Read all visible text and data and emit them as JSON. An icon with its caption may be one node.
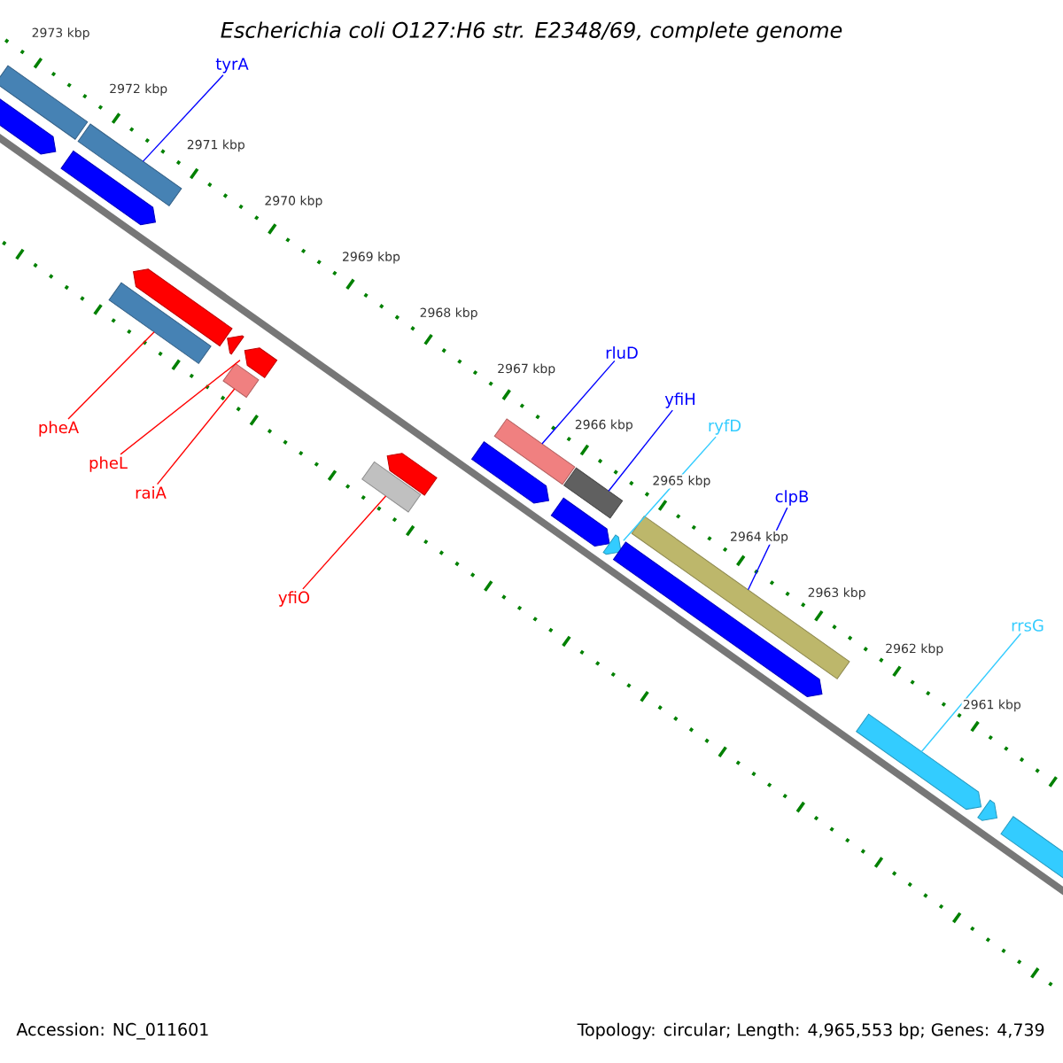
{
  "diagram": {
    "title": "Escherichia coli O127:H6 str. E2348/69, complete genome",
    "nodes": [
      {
        "text": [
          "tyrA"
        ]
      },
      {
        "text": [
          "pheA"
        ]
      },
      {
        "text": [
          "pheL"
        ]
      },
      {
        "text": [
          "raiA"
        ]
      },
      {
        "text": [
          "yfiO"
        ]
      },
      {
        "text": [
          "rluD"
        ]
      },
      {
        "text": [
          "yfiH"
        ]
      },
      {
        "text": [
          "ryfD"
        ]
      },
      {
        "text": [
          "clpB"
        ]
      },
      {
        "text": [
          "rrsG"
        ]
      },
      {
        "text": [],
        "shape": "arrow"
      },
      {
        "text": [],
        "shape": "bar"
      },
      {
        "text": [],
        "shape": "arrow"
      },
      {
        "text": [],
        "shape": "bar"
      },
      {
        "text": [],
        "shape": "bar"
      },
      {
        "text": [],
        "shape": "arrow"
      },
      {
        "text": [],
        "shape": "arrow"
      },
      {
        "text": [],
        "shape": "bar"
      },
      {
        "text": [],
        "shape": "arrow"
      },
      {
        "text": [],
        "shape": "bar"
      },
      {
        "text": [],
        "shape": "arrow"
      },
      {
        "text": [],
        "shape": "arrow"
      },
      {
        "text": [],
        "shape": "bar"
      },
      {
        "text": [],
        "shape": "arrow"
      },
      {
        "text": [],
        "shape": "bar"
      },
      {
        "text": [],
        "shape": "arrow"
      },
      {
        "text": [],
        "shape": "arrow"
      },
      {
        "text": [],
        "shape": "bar"
      },
      {
        "text": [],
        "shape": "arrow"
      },
      {
        "text": [],
        "shape": "arrow"
      },
      {
        "text": [],
        "shape": "arrow"
      }
    ],
    "edges": [
      {
        "from": 0,
        "to": 13,
        "arrow": "none",
        "color": "#0000ff"
      },
      {
        "from": 1,
        "to": 14,
        "arrow": "none",
        "color": "#ff0000"
      },
      {
        "from": 2,
        "to": 18,
        "arrow": "none",
        "color": "#ff0000"
      },
      {
        "from": 3,
        "to": 17,
        "arrow": "none",
        "color": "#ff0000"
      },
      {
        "from": 4,
        "to": 19,
        "arrow": "none",
        "color": "#ff0000"
      },
      {
        "from": 5,
        "to": 22,
        "arrow": "none",
        "color": "#0000ff"
      },
      {
        "from": 6,
        "to": 24,
        "arrow": "none",
        "color": "#0000ff"
      },
      {
        "from": 7,
        "to": 25,
        "arrow": "none",
        "color": "#33ccff"
      },
      {
        "from": 8,
        "to": 27,
        "arrow": "none",
        "color": "#0000ff"
      },
      {
        "from": 9,
        "to": 28,
        "arrow": "none",
        "color": "#33ccff"
      }
    ],
    "labels": [
      "2973 kbp",
      "2972 kbp",
      "2971 kbp",
      "2970 kbp",
      "2969 kbp",
      "2968 kbp",
      "2967 kbp",
      "2966 kbp",
      "2965 kbp",
      "2964 kbp",
      "2963 kbp",
      "2962 kbp",
      "2961 kbp",
      "Accession: NC_011601",
      "Topology: circular; Length: 4,965,553 bp; Genes: 4,739"
    ]
  }
}
